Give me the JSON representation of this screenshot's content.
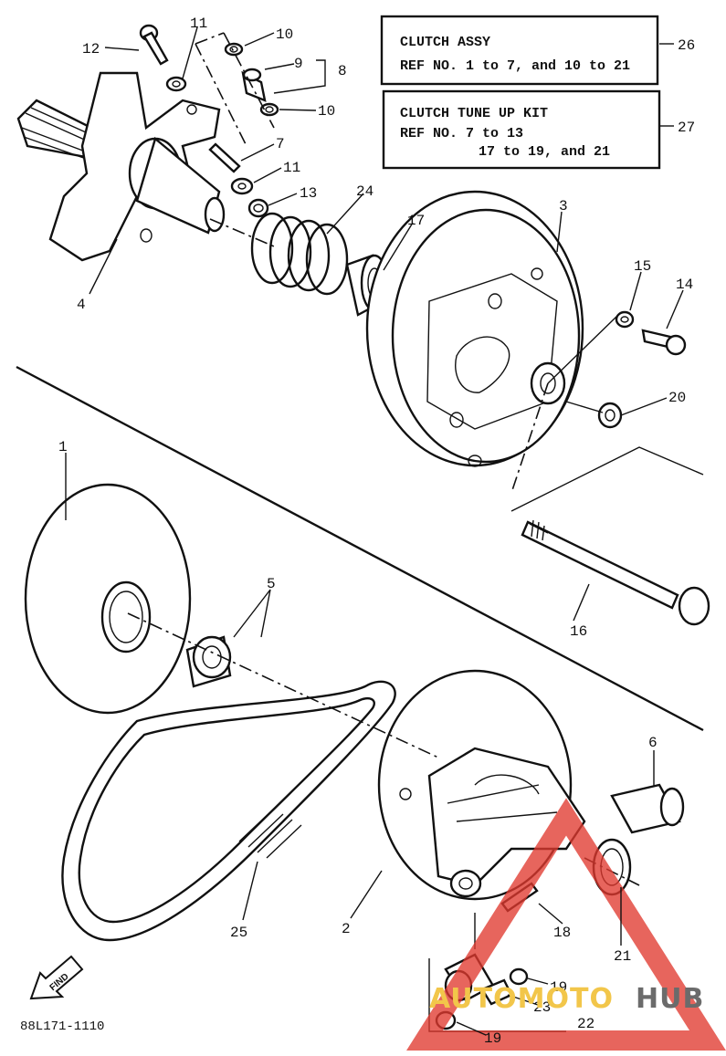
{
  "parts": [
    {
      "ref": "1"
    },
    {
      "ref": "2"
    },
    {
      "ref": "3"
    },
    {
      "ref": "4"
    },
    {
      "ref": "5"
    },
    {
      "ref": "6"
    },
    {
      "ref": "7"
    },
    {
      "ref": "8"
    },
    {
      "ref": "9"
    },
    {
      "ref": "10"
    },
    {
      "ref": "10"
    },
    {
      "ref": "11"
    },
    {
      "ref": "11"
    },
    {
      "ref": "12"
    },
    {
      "ref": "13"
    },
    {
      "ref": "14"
    },
    {
      "ref": "15"
    },
    {
      "ref": "16"
    },
    {
      "ref": "17"
    },
    {
      "ref": "18"
    },
    {
      "ref": "19"
    },
    {
      "ref": "19"
    },
    {
      "ref": "20"
    },
    {
      "ref": "21"
    },
    {
      "ref": "22"
    },
    {
      "ref": "23"
    },
    {
      "ref": "24"
    },
    {
      "ref": "25"
    },
    {
      "ref": "26"
    },
    {
      "ref": "27"
    }
  ],
  "boxes": {
    "assy": {
      "line1": "CLUTCH ASSY",
      "line2": "REF NO. 1 to 7, and 10 to 21"
    },
    "kit": {
      "line1": "CLUTCH TUNE UP KIT",
      "line2": "REF NO. 7 to 13",
      "line3": "17 to 19, and 21"
    }
  },
  "find_label": "FIND",
  "diagram_code": "88L171-1110",
  "watermark": {
    "part1": "AUTOMOTO",
    "part2": "HUB",
    "accent": "#e03a2f",
    "gold": "#f2c64a",
    "gray": "#6b6b6b"
  }
}
